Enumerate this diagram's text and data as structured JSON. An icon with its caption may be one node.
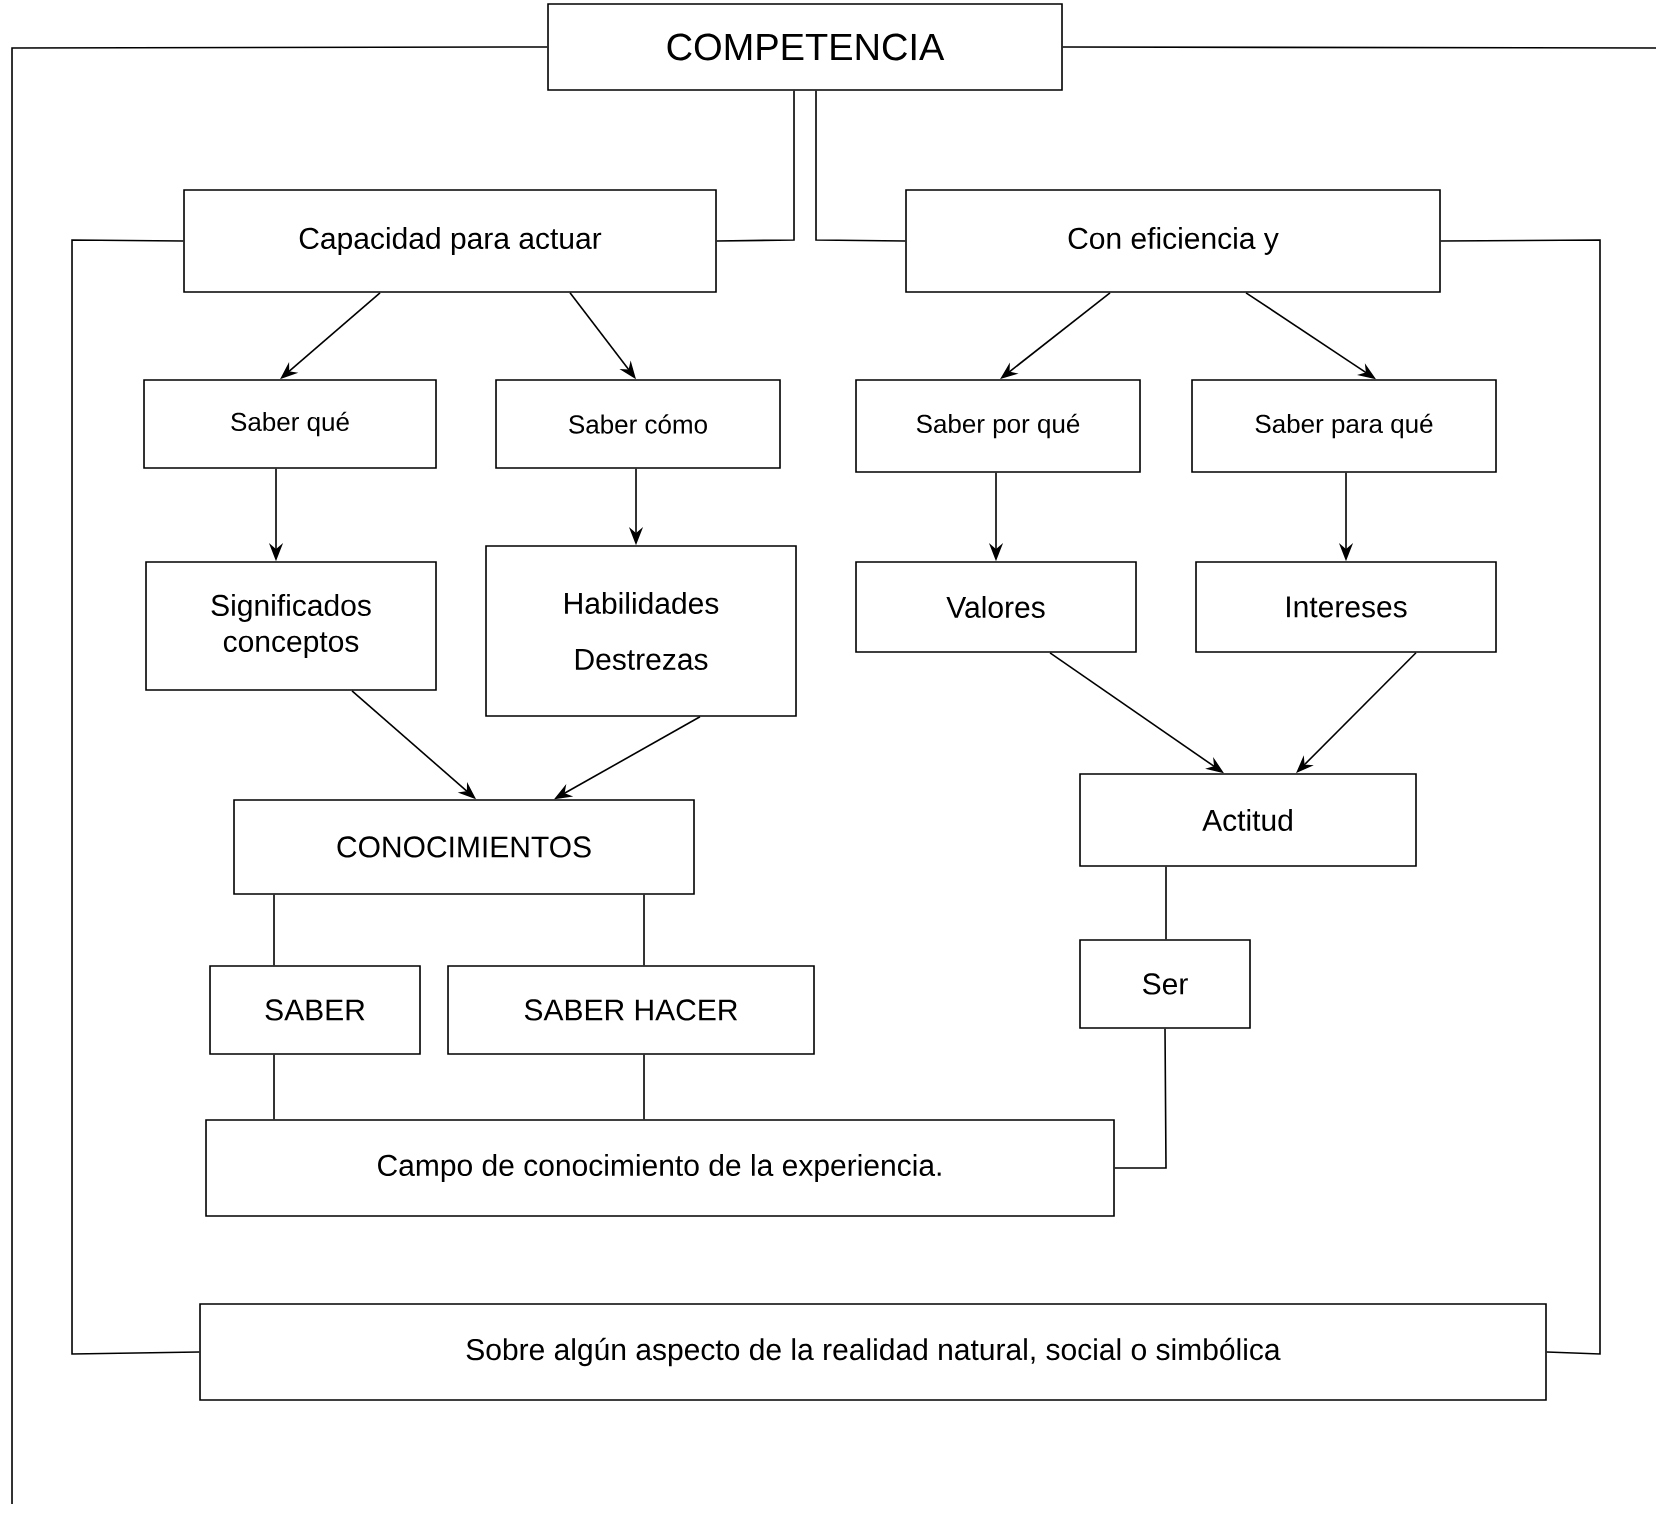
{
  "diagram": {
    "nodes": [
      {
        "text": [
          "COMPETENCIA"
        ]
      },
      {
        "text": [
          "Capacidad para actuar"
        ]
      },
      {
        "text": [
          "Con eficiencia y"
        ]
      },
      {
        "text": [
          "Saber qué"
        ]
      },
      {
        "text": [
          "Saber cómo"
        ]
      },
      {
        "text": [
          "Saber por qué"
        ]
      },
      {
        "text": [
          "Saber para qué"
        ]
      },
      {
        "text": [
          "Significados conceptos"
        ]
      },
      {
        "text": [
          "Habilidades",
          "Destrezas"
        ]
      },
      {
        "text": [
          "Valores"
        ]
      },
      {
        "text": [
          "Intereses"
        ]
      },
      {
        "text": [
          "CONOCIMIENTOS"
        ]
      },
      {
        "text": [
          "Actitud"
        ]
      },
      {
        "text": [
          "SABER"
        ]
      },
      {
        "text": [
          "SABER HACER"
        ]
      },
      {
        "text": [
          "Ser"
        ]
      },
      {
        "text": [
          "Campo de conocimiento de la experiencia."
        ]
      },
      {
        "text": [
          "Sobre algún aspecto de la realidad natural, social o simbólica"
        ]
      }
    ],
    "edges": [
      {
        "from": 0,
        "to": 1,
        "arrow": "none"
      },
      {
        "from": 0,
        "to": 2,
        "arrow": "none"
      },
      {
        "from": 0,
        "to": null,
        "arrow": "none"
      },
      {
        "from": 0,
        "to": null,
        "arrow": "none"
      },
      {
        "from": 1,
        "to": 3,
        "arrow": "to"
      },
      {
        "from": 1,
        "to": 4,
        "arrow": "to"
      },
      {
        "from": 2,
        "to": 5,
        "arrow": "to"
      },
      {
        "from": 2,
        "to": 6,
        "arrow": "to"
      },
      {
        "from": 1,
        "to": 17,
        "arrow": "none"
      },
      {
        "from": 2,
        "to": 17,
        "arrow": "none"
      },
      {
        "from": 3,
        "to": 7,
        "arrow": "to"
      },
      {
        "from": 4,
        "to": 8,
        "arrow": "to"
      },
      {
        "from": 5,
        "to": 9,
        "arrow": "to"
      },
      {
        "from": 6,
        "to": 10,
        "arrow": "to"
      },
      {
        "from": 7,
        "to": 11,
        "arrow": "to"
      },
      {
        "from": 8,
        "to": 11,
        "arrow": "to"
      },
      {
        "from": 9,
        "to": 12,
        "arrow": "to"
      },
      {
        "from": 10,
        "to": 12,
        "arrow": "to"
      },
      {
        "from": 11,
        "to": 13,
        "arrow": "none"
      },
      {
        "from": 11,
        "to": 14,
        "arrow": "none"
      },
      {
        "from": 12,
        "to": 15,
        "arrow": "none"
      },
      {
        "from": 13,
        "to": 16,
        "arrow": "none"
      },
      {
        "from": 14,
        "to": 16,
        "arrow": "none"
      },
      {
        "from": 15,
        "to": 16,
        "arrow": "none"
      }
    ]
  }
}
